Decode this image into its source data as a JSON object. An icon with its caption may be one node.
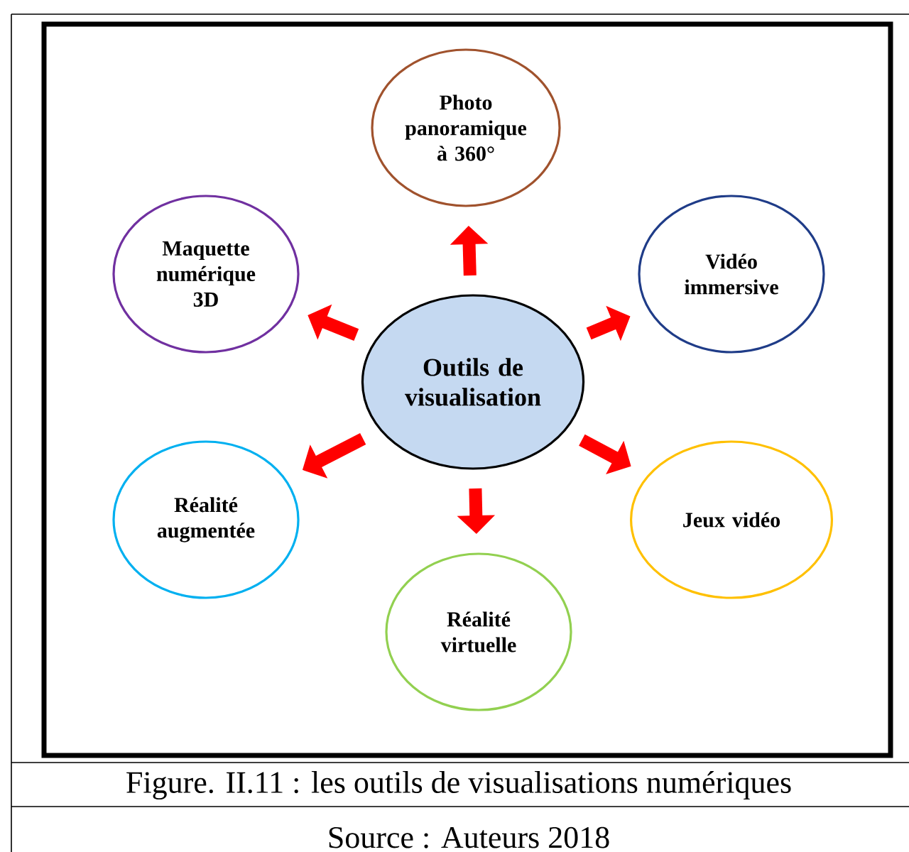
{
  "diagram": {
    "caption": "Figure. II.11 : les outils de visualisations numériques",
    "nodes": [
      {
        "text": [
          "Photo panoramique à 360°"
        ]
      },
      {
        "text": [
          "Maquette numérique 3D"
        ]
      },
      {
        "text": [
          "Vidéo immersive"
        ]
      },
      {
        "text": [
          "Outils de visualisation"
        ]
      },
      {
        "text": [
          "Réalité augmentée"
        ]
      },
      {
        "text": [
          "Jeux vidéo"
        ]
      },
      {
        "text": [
          "Réalité virtuelle"
        ]
      }
    ],
    "edges": [
      {
        "from": 3,
        "to": 0,
        "arrow": "to"
      },
      {
        "from": 3,
        "to": 1,
        "arrow": "to"
      },
      {
        "from": 3,
        "to": 2,
        "arrow": "to"
      },
      {
        "from": 3,
        "to": 4,
        "arrow": "to"
      },
      {
        "from": 3,
        "to": 5,
        "arrow": "to"
      },
      {
        "from": 3,
        "to": 6,
        "arrow": "to"
      }
    ],
    "labels": [
      "Source : Auteurs 2018"
    ]
  }
}
